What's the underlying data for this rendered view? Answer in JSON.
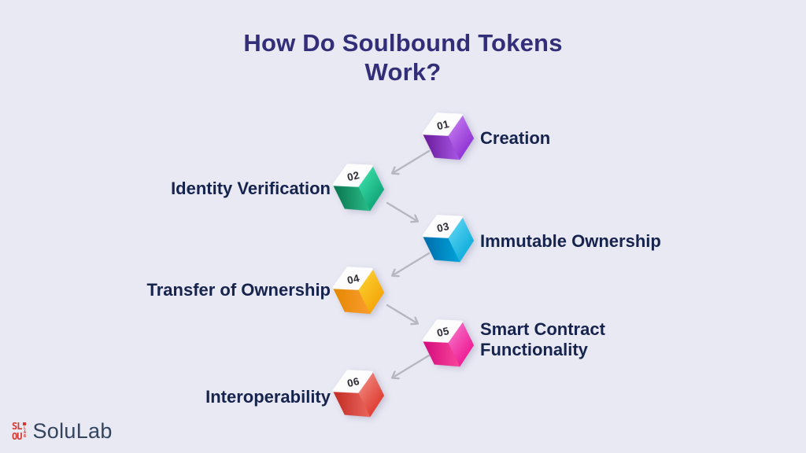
{
  "title": "How Do Soulbound Tokens Work?",
  "steps": [
    {
      "number": "01",
      "label": "Creation",
      "side": "right",
      "color_light": [
        "#cb86f2",
        "#8d2fd3"
      ],
      "color_dark": [
        "#6d1f9e",
        "#a957e6"
      ]
    },
    {
      "number": "02",
      "label": "Identity Verification",
      "side": "left",
      "color_light": [
        "#43e8b0",
        "#0fa276"
      ],
      "color_dark": [
        "#0c7a54",
        "#2abd89"
      ]
    },
    {
      "number": "03",
      "label": "Immutable Ownership",
      "side": "right",
      "color_light": [
        "#68dbf5",
        "#0cabdb"
      ],
      "color_dark": [
        "#0070ae",
        "#00a3d9"
      ]
    },
    {
      "number": "04",
      "label": "Transfer of Ownership",
      "side": "left",
      "color_light": [
        "#fdd637",
        "#f4a306"
      ],
      "color_dark": [
        "#e68906",
        "#fa9d2e"
      ]
    },
    {
      "number": "05",
      "label": "Smart Contract Functionality",
      "side": "right",
      "color_light": [
        "#f77fd0",
        "#ee1690"
      ],
      "color_dark": [
        "#d60e7e",
        "#f8469b"
      ]
    },
    {
      "number": "06",
      "label": "Interoperability",
      "side": "left",
      "color_light": [
        "#f2948b",
        "#de382d"
      ],
      "color_dark": [
        "#c52f27",
        "#e9675e"
      ]
    }
  ],
  "logo": {
    "brand": "SoluLab",
    "icon_top": "SL",
    "icon_bottom": "OU",
    "icon_side": "LAB"
  },
  "colors": {
    "background": "#e9e9f4",
    "title": "#322e78",
    "label": "#16234d",
    "arrow": "#b7b7c2",
    "logo_red": "#d53a32",
    "logo_text": "#33455e"
  }
}
